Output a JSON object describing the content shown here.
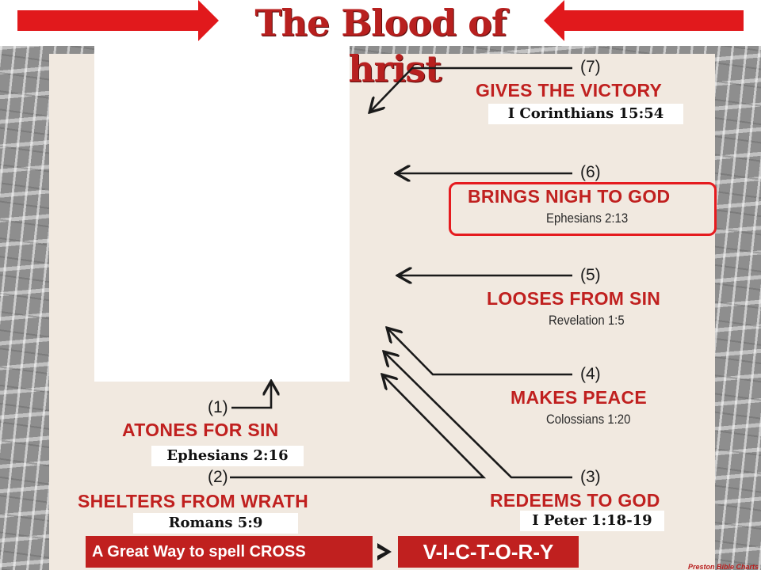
{
  "title": "The Blood of Christ",
  "items": {
    "victory": {
      "num": "(7)",
      "heading": "GIVES THE VICTORY",
      "reference": "I Corinthians 15:54"
    },
    "nigh": {
      "num": "(6)",
      "heading": "BRINGS NIGH TO GOD",
      "reference": "Ephesians 2:13"
    },
    "looses": {
      "num": "(5)",
      "heading": "LOOSES FROM SIN",
      "reference": "Revelation 1:5"
    },
    "peace": {
      "num": "(4)",
      "heading": "MAKES PEACE",
      "reference": "Colossians 1:20"
    },
    "redeems": {
      "num": "(3)",
      "heading": "REDEEMS TO GOD",
      "reference": "I Peter 1:18-19"
    },
    "shelters": {
      "num": "(2)",
      "heading": "SHELTERS FROM WRATH",
      "reference": "Romans 5:9"
    },
    "atones": {
      "num": "(1)",
      "heading": "ATONES FOR SIN",
      "reference": "Ephesians 2:16"
    }
  },
  "footer": {
    "left_text": "A Great Way to spell CROSS",
    "right_text": "V-I-C-T-O-R-Y",
    "credit": "Preston Bible Charts"
  },
  "colors": {
    "accent_red": "#c0201f",
    "banner_red": "#e1191c",
    "panel": "#f1e9e0",
    "frame": "#8e8e8e"
  }
}
